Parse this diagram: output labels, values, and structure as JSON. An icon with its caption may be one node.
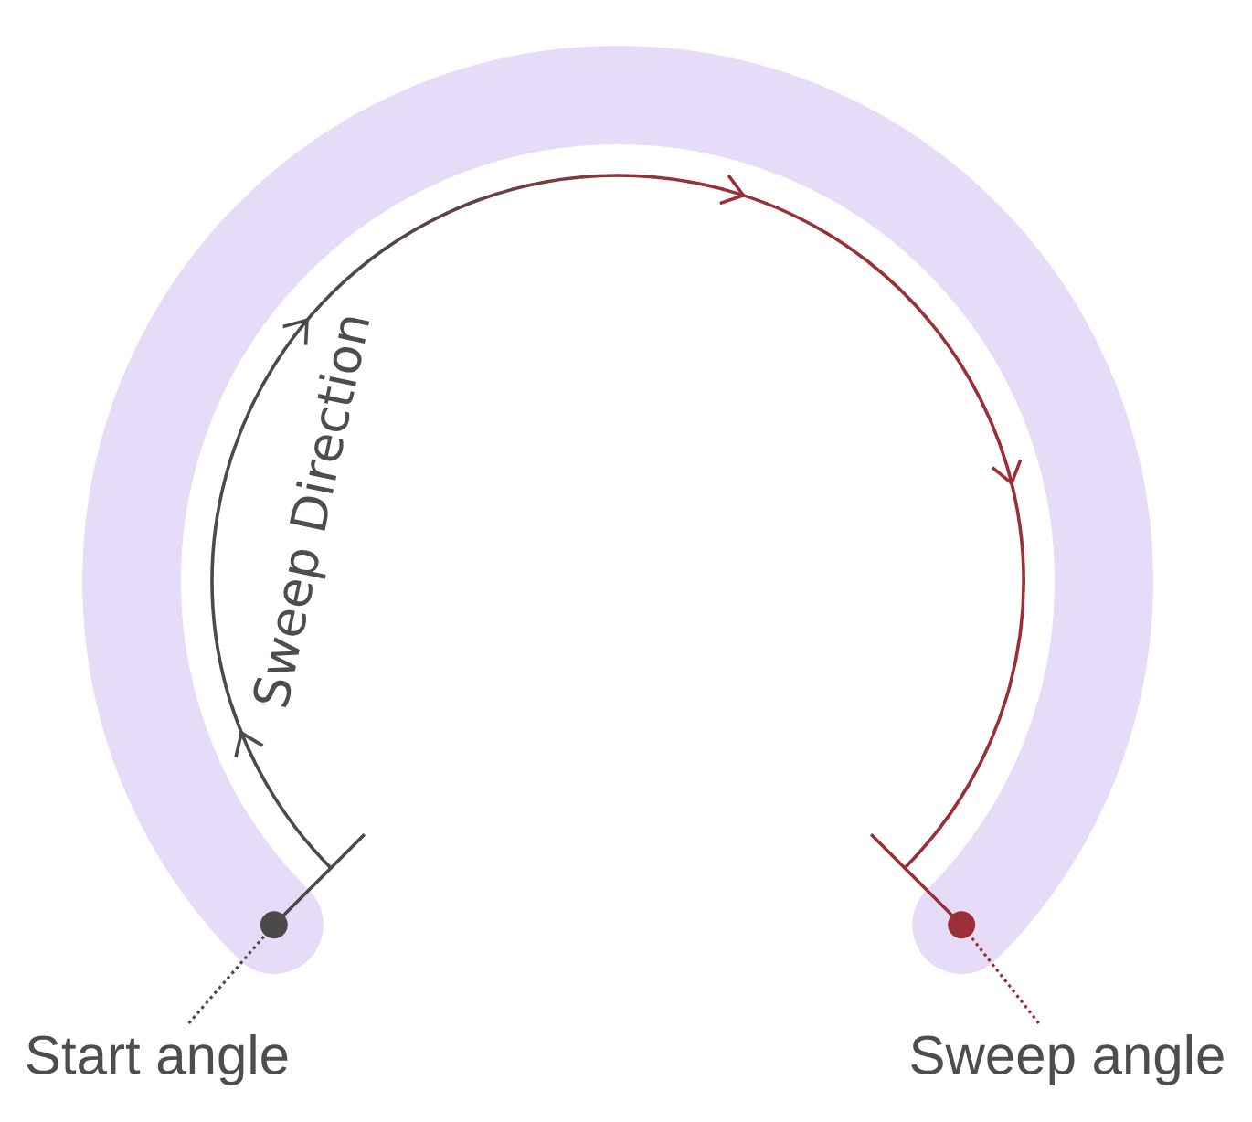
{
  "diagram": {
    "nodes": [
      {
        "text": [],
        "shape": "circle"
      },
      {
        "text": [],
        "shape": "circle"
      },
      {
        "text": [
          "Start angle"
        ]
      },
      {
        "text": [
          "Sweep angle"
        ]
      }
    ],
    "edges": [
      {
        "from": 2,
        "to": 0,
        "arrow": "none",
        "color": "#4a4a4a"
      },
      {
        "from": 3,
        "to": 1,
        "arrow": "none",
        "color": "#9b2f38"
      }
    ],
    "labels": [
      "Sweep Direction"
    ]
  }
}
